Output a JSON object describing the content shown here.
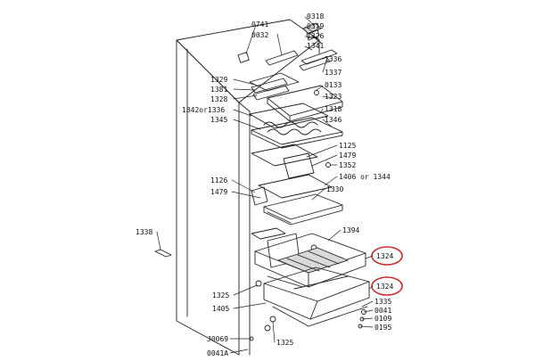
{
  "colors": {
    "line": "#222222",
    "highlight": "#cc2a2a",
    "shade": "#d9d9d9"
  },
  "labels": {
    "p0741": "0741",
    "p0032": "0032",
    "p0318": "0318",
    "p0319": "0319",
    "p1326": "1326",
    "p1341": "1341",
    "p1336": "1336",
    "p1337": "1337",
    "p0133": "0133",
    "p1323": "1323",
    "p1318": "1318",
    "p1346": "1346",
    "p1329": "1329",
    "p1381": "1381",
    "p1328": "1328",
    "p1342or1336": "1342or1336",
    "p1345": "1345",
    "p1125": "1125",
    "p1479a": "1479",
    "p1352": "1352",
    "p1406or1344": "1406 or 1344",
    "p1126": "1126",
    "p1479b": "1479",
    "p1330": "1330",
    "p1394": "1394",
    "p1338": "1338",
    "p1324a": "1324",
    "p1324b": "1324",
    "p1335": "1335",
    "p0041": "0041",
    "p0109": "0109",
    "p0195": "0195",
    "p1325a": "1325",
    "p1405": "1405",
    "pJ0069": "J0069",
    "p1325b": "1325",
    "p0041A": "0041A"
  }
}
